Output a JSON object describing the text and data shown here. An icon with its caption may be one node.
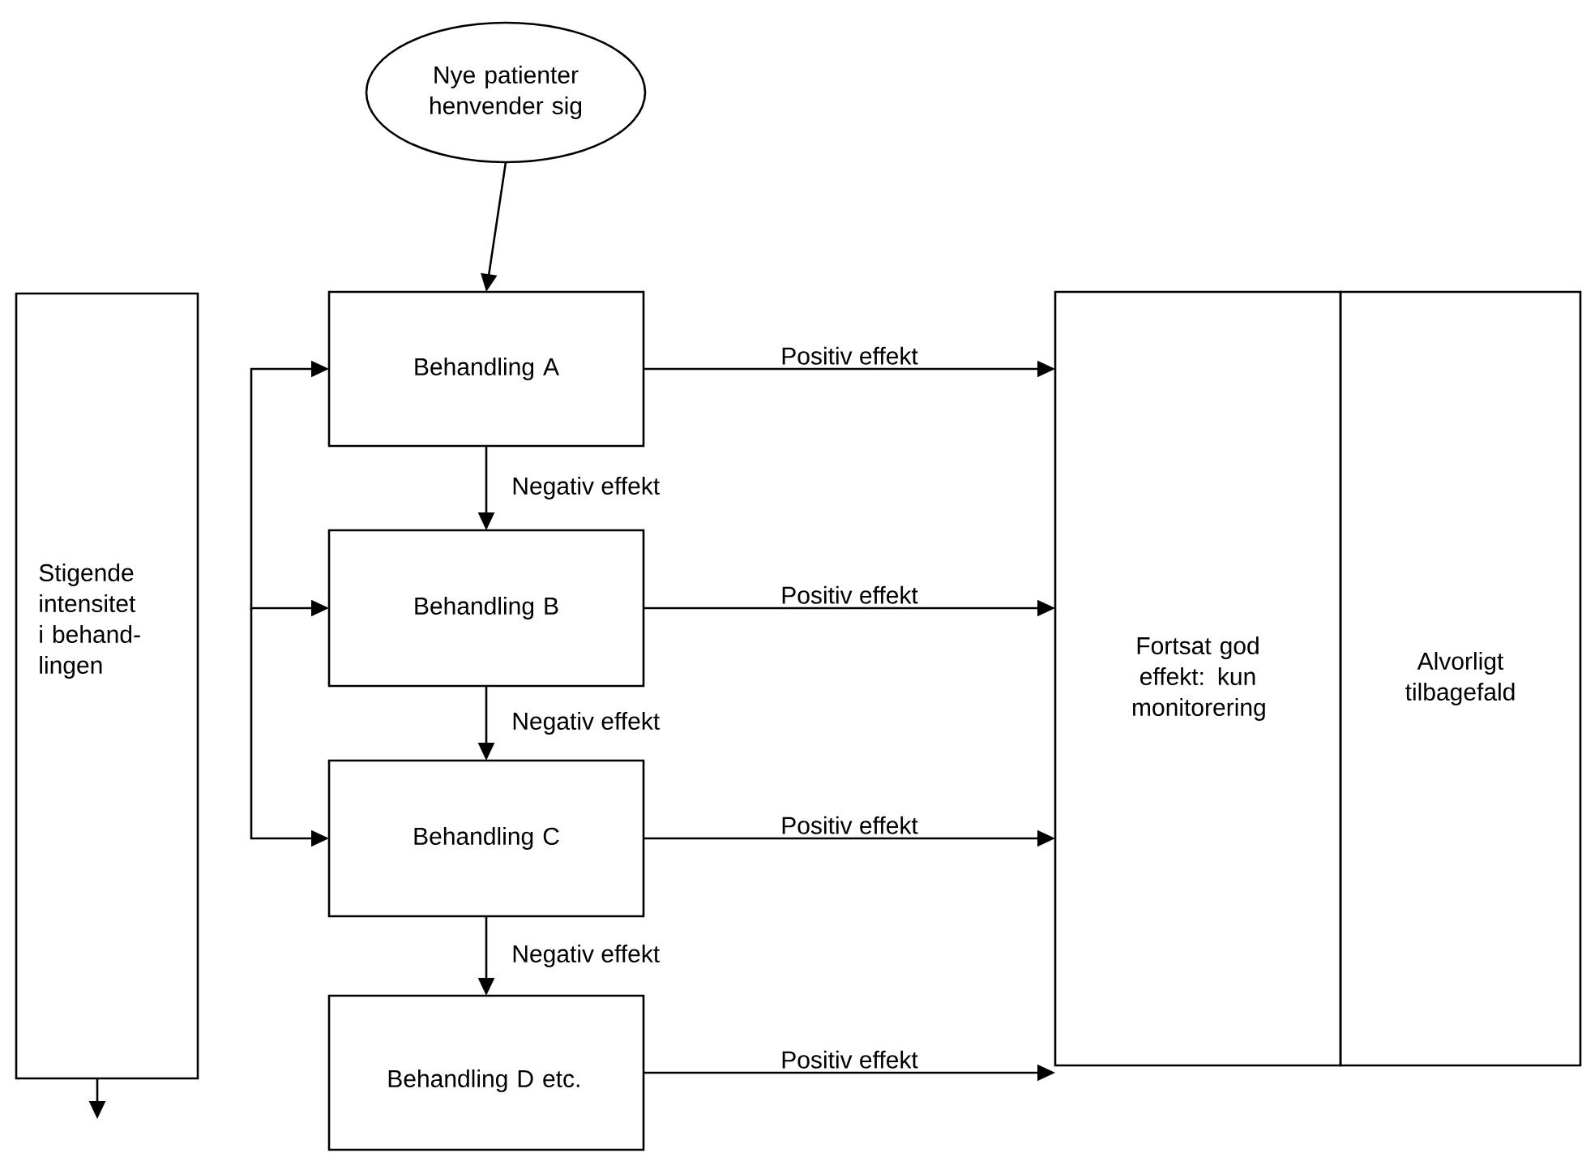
{
  "diagram": {
    "nodes": [
      {
        "text": [
          "Nye patienter henvender sig"
        ]
      },
      {
        "text": [
          "Stigende intensitet i behand-lingen"
        ]
      },
      {
        "text": [
          "Behandling A"
        ]
      },
      {
        "text": [
          "Behandling B"
        ]
      },
      {
        "text": [
          "Behandling C"
        ]
      },
      {
        "text": [
          "Behandling D etc."
        ]
      },
      {
        "text": [
          "Fortsat god effekt: kun monitorering"
        ]
      },
      {
        "text": [
          "Alvorligt tilbagefald"
        ]
      }
    ],
    "edges": [
      {
        "from": 0,
        "to": 2,
        "arrow": "to"
      },
      {
        "from": 2,
        "to": 3,
        "arrow": "to",
        "label": "Negativ effekt"
      },
      {
        "from": 3,
        "to": 4,
        "arrow": "to",
        "label": "Negativ effekt"
      },
      {
        "from": 4,
        "to": 5,
        "arrow": "to",
        "label": "Negativ effekt"
      },
      {
        "from": 2,
        "to": 6,
        "arrow": "to",
        "label": "Positiv effekt"
      },
      {
        "from": 3,
        "to": 6,
        "arrow": "to",
        "label": "Positiv effekt"
      },
      {
        "from": 4,
        "to": 6,
        "arrow": "to",
        "label": "Positiv effekt"
      },
      {
        "from": 5,
        "to": 6,
        "arrow": "to",
        "label": "Positiv effekt"
      },
      {
        "from": null,
        "to": 2,
        "arrow": "to"
      },
      {
        "from": null,
        "to": 3,
        "arrow": "to"
      },
      {
        "from": null,
        "to": 4,
        "arrow": "to"
      },
      {
        "from": 1,
        "to": null,
        "arrow": "to"
      }
    ]
  }
}
